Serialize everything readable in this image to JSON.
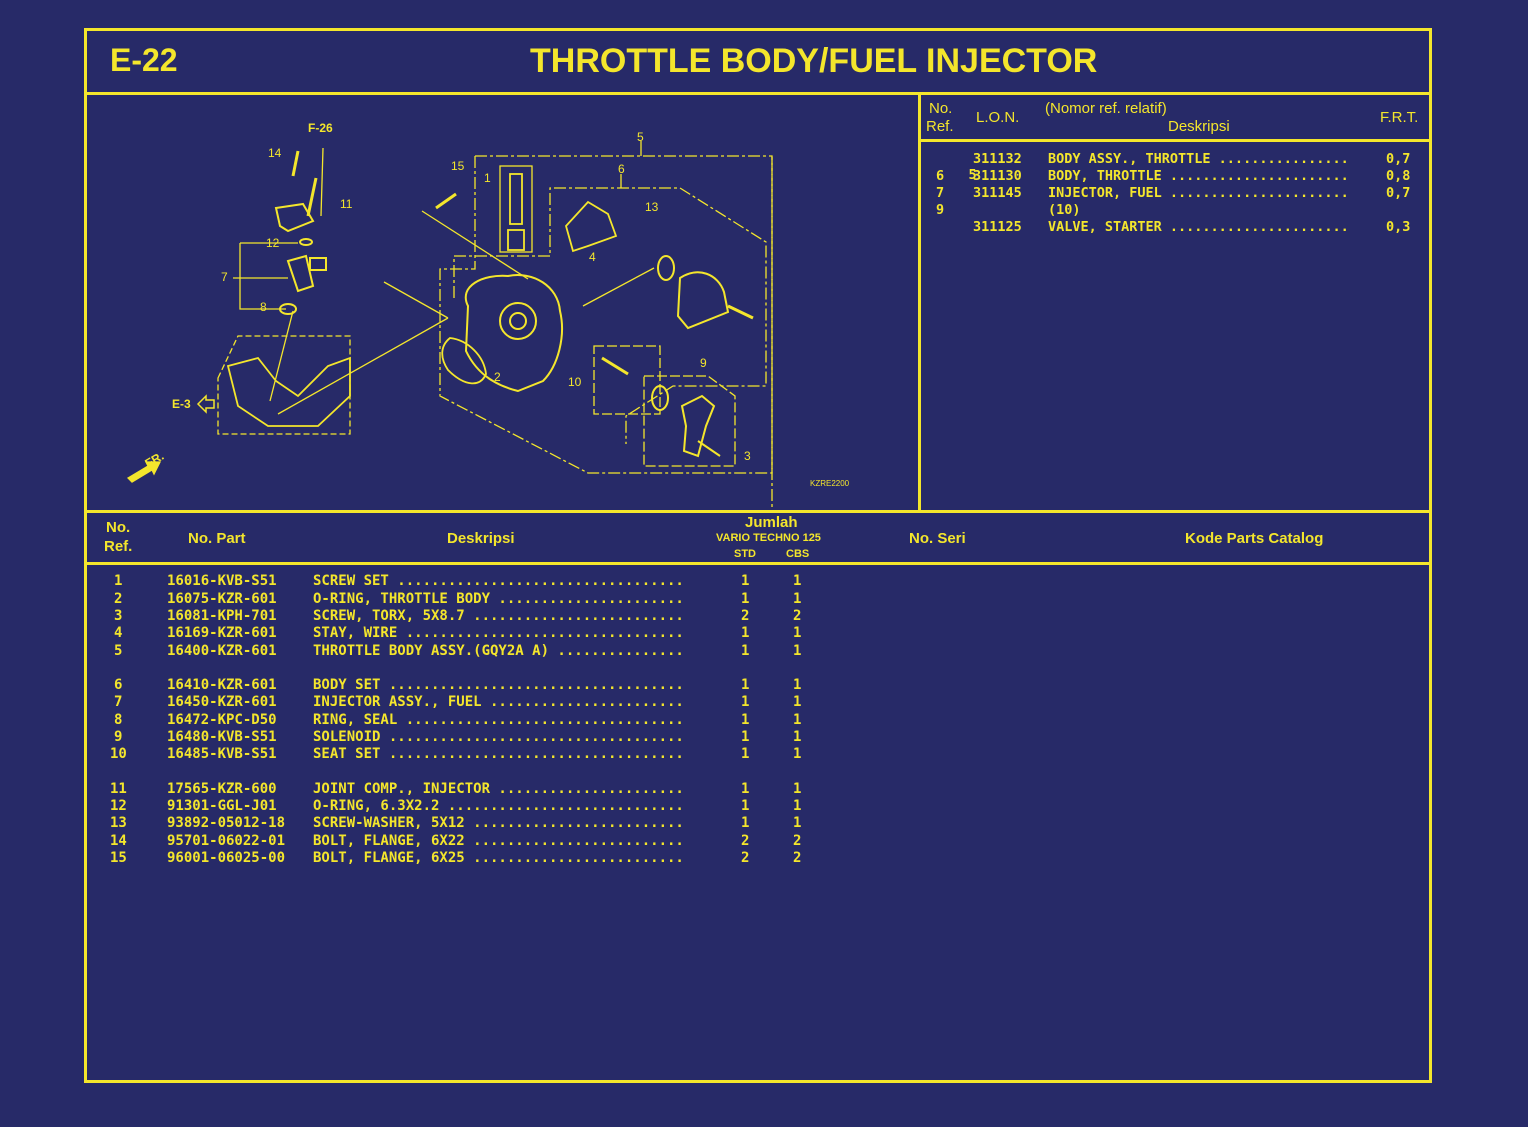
{
  "header": {
    "section_code": "E-22",
    "title": "THROTTLE BODY/FUEL INJECTOR"
  },
  "colors": {
    "background": "#272a68",
    "foreground": "#f4e62c"
  },
  "diagram": {
    "image_code": "KZRE2200",
    "refs": {
      "f26": "F-26",
      "e3": "E-3",
      "front": "FR."
    },
    "callouts": [
      "1",
      "2",
      "3",
      "4",
      "5",
      "6",
      "7",
      "8",
      "9",
      "10",
      "11",
      "12",
      "13",
      "14",
      "15"
    ]
  },
  "lon_table": {
    "headers": {
      "no_ref": "No.",
      "no_ref2": "Ref.",
      "lon": "L.O.N.",
      "relative": "(Nomor ref. relatif)",
      "description": "Deskripsi",
      "frt": "F.R.T."
    },
    "rows": [
      {
        "ref": "5",
        "lon": "311132",
        "desc": "BODY ASSY., THROTTLE ................",
        "frt": "0,7"
      },
      {
        "ref": "6",
        "lon": "311130",
        "desc": "BODY, THROTTLE ......................",
        "frt": "0,8"
      },
      {
        "ref": "7",
        "lon": "311145",
        "desc": "INJECTOR, FUEL ......................",
        "frt": "0,7"
      },
      {
        "ref": "9",
        "lon": "",
        "desc": "(10)",
        "frt": ""
      },
      {
        "ref": "",
        "lon": "311125",
        "desc": "VALVE, STARTER ......................",
        "frt": "0,3"
      }
    ]
  },
  "parts_table": {
    "headers": {
      "no_ref": "No.",
      "no_ref2": "Ref.",
      "part_no": "No. Part",
      "description": "Deskripsi",
      "qty": "Jumlah",
      "model": "VARIO TECHNO 125",
      "std": "STD",
      "cbs": "CBS",
      "serial": "No. Seri",
      "catalog_code": "Kode Parts Catalog"
    },
    "rows": [
      {
        "ref": "1",
        "part": "16016-KVB-S51",
        "desc": "SCREW SET ..................................",
        "std": "1",
        "cbs": "1"
      },
      {
        "ref": "2",
        "part": "16075-KZR-601",
        "desc": "O-RING, THROTTLE BODY ......................",
        "std": "1",
        "cbs": "1"
      },
      {
        "ref": "3",
        "part": "16081-KPH-701",
        "desc": "SCREW, TORX, 5X8.7 .........................",
        "std": "2",
        "cbs": "2"
      },
      {
        "ref": "4",
        "part": "16169-KZR-601",
        "desc": "STAY, WIRE .................................",
        "std": "1",
        "cbs": "1"
      },
      {
        "ref": "5",
        "part": "16400-KZR-601",
        "desc": "THROTTLE BODY ASSY.(GQY2A A) ...............",
        "std": "1",
        "cbs": "1"
      },
      {
        "ref": "6",
        "part": "16410-KZR-601",
        "desc": "BODY SET ...................................",
        "std": "1",
        "cbs": "1"
      },
      {
        "ref": "7",
        "part": "16450-KZR-601",
        "desc": "INJECTOR ASSY., FUEL .......................",
        "std": "1",
        "cbs": "1"
      },
      {
        "ref": "8",
        "part": "16472-KPC-D50",
        "desc": "RING, SEAL .................................",
        "std": "1",
        "cbs": "1"
      },
      {
        "ref": "9",
        "part": "16480-KVB-S51",
        "desc": "SOLENOID ...................................",
        "std": "1",
        "cbs": "1"
      },
      {
        "ref": "10",
        "part": "16485-KVB-S51",
        "desc": "SEAT SET ...................................",
        "std": "1",
        "cbs": "1"
      },
      {
        "ref": "11",
        "part": "17565-KZR-600",
        "desc": "JOINT COMP., INJECTOR ......................",
        "std": "1",
        "cbs": "1"
      },
      {
        "ref": "12",
        "part": "91301-GGL-J01",
        "desc": "O-RING, 6.3X2.2 ............................",
        "std": "1",
        "cbs": "1"
      },
      {
        "ref": "13",
        "part": "93892-05012-18",
        "desc": "SCREW-WASHER, 5X12 .........................",
        "std": "1",
        "cbs": "1"
      },
      {
        "ref": "14",
        "part": "95701-06022-01",
        "desc": "BOLT, FLANGE, 6X22 .........................",
        "std": "2",
        "cbs": "2"
      },
      {
        "ref": "15",
        "part": "96001-06025-00",
        "desc": "BOLT, FLANGE, 6X25 .........................",
        "std": "2",
        "cbs": "2"
      }
    ]
  }
}
